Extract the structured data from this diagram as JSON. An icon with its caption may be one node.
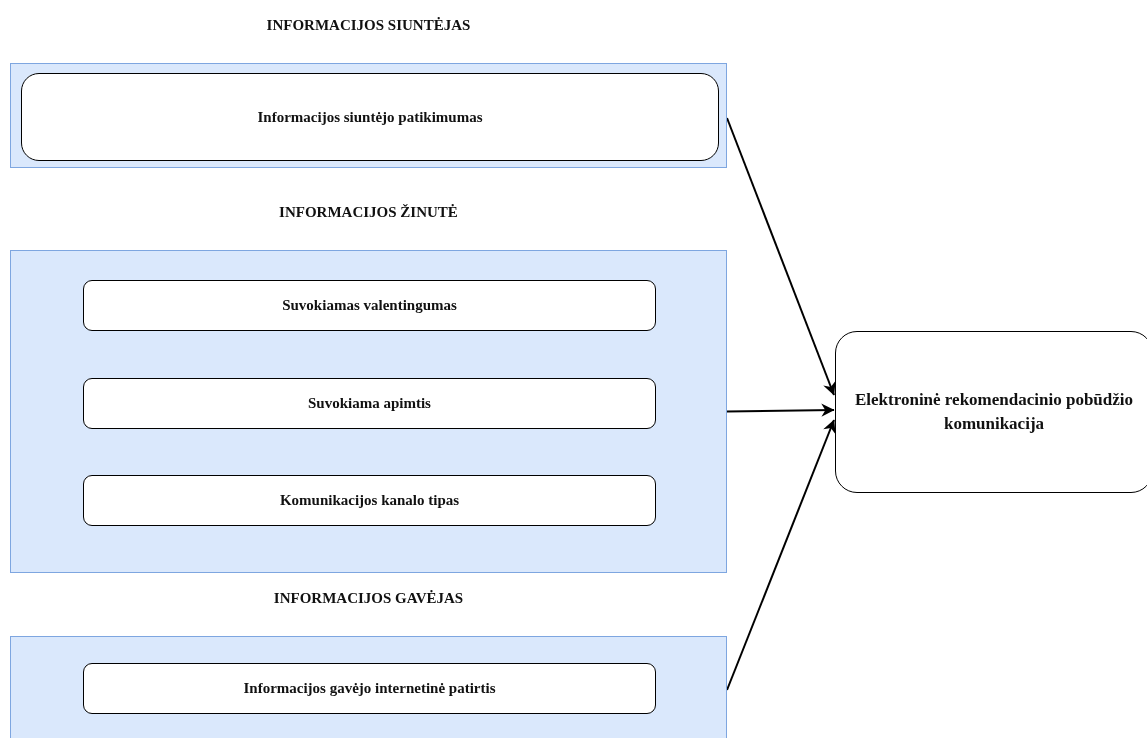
{
  "diagram": {
    "nodes": [
      {
        "text": [
          "INFORMACIJOS SIUNTĖJAS"
        ]
      },
      {
        "text": [
          "Informacijos siuntėjo patikimumas"
        ],
        "in": 0
      },
      {
        "text": [
          "INFORMACIJOS ŽINUTĖ"
        ]
      },
      {
        "text": [
          "Suvokiamas valentingumas"
        ],
        "in": 2
      },
      {
        "text": [
          "Suvokiama apimtis"
        ],
        "in": 2
      },
      {
        "text": [
          "Komunikacijos kanalo tipas"
        ],
        "in": 2
      },
      {
        "text": [
          "INFORMACIJOS GAVĖJAS"
        ]
      },
      {
        "text": [
          "Informacijos gavėjo internetinė patirtis"
        ],
        "in": 6
      },
      {
        "text": [
          "Elektroninė rekomendacinio pobūdžio komunikacija"
        ]
      }
    ],
    "edges": [
      {
        "from": 0,
        "to": 8,
        "arrow": "to"
      },
      {
        "from": 2,
        "to": 8,
        "arrow": "to"
      },
      {
        "from": 6,
        "to": 8,
        "arrow": "to"
      }
    ]
  }
}
